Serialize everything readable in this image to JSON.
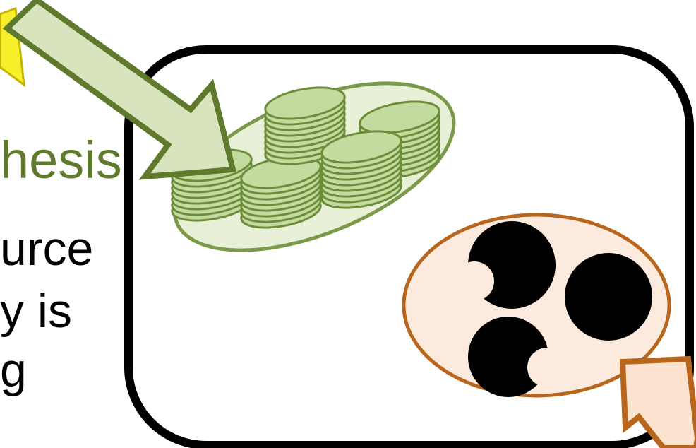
{
  "text_fragments": {
    "line1": "hesis",
    "line2": "urce",
    "line3": "y is",
    "line4": "g"
  },
  "colors": {
    "heading_green": "#5f7a2c",
    "chloroplast_fill": "#e8f0d8",
    "chloroplast_stroke": "#7a9a4a",
    "thylakoid_fill": "#c3db9f",
    "thylakoid_stroke": "#6e8d3a",
    "arrow_green_fill": "#d7e4bd",
    "arrow_green_stroke": "#5f7a2c",
    "sun_yellow": "#f6ef2a",
    "mito_fill": "#fdeade",
    "mito_stroke": "#b8651d",
    "arrow_orange_fill": "#fce4d0",
    "arrow_orange_stroke": "#b8651d",
    "cell_stroke": "#000000"
  },
  "icons": [
    "sun-ray-icon",
    "chloroplast-icon",
    "mitochondrion-icon"
  ]
}
